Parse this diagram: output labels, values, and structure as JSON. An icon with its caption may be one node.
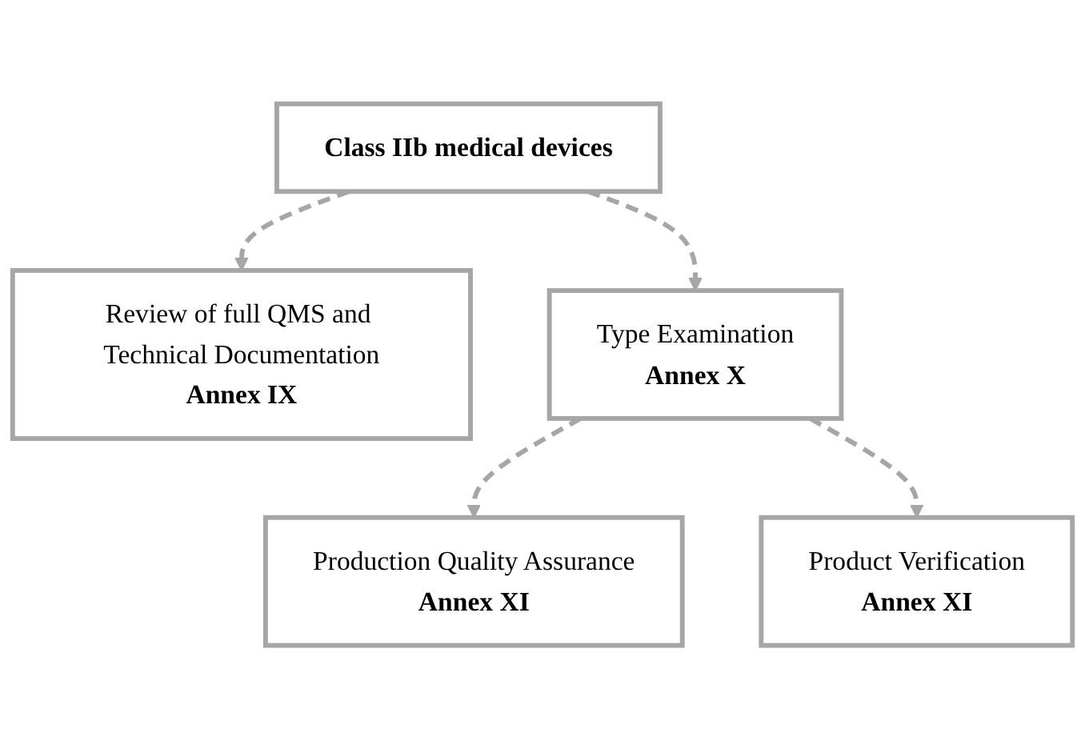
{
  "diagram": {
    "nodes": [
      {
        "text": [
          "Class IIb medical devices"
        ]
      },
      {
        "text": [
          "Review of full QMS and Technical Documentation",
          "Annex IX"
        ]
      },
      {
        "text": [
          "Type Examination",
          "Annex X"
        ]
      },
      {
        "text": [
          "Production Quality Assurance",
          "Annex XI"
        ]
      },
      {
        "text": [
          "Product Verification",
          "Annex XI"
        ]
      }
    ],
    "edges": [
      {
        "from": 0,
        "to": 1,
        "arrow": "to",
        "style": "dashed"
      },
      {
        "from": 0,
        "to": 2,
        "arrow": "to",
        "style": "dashed"
      },
      {
        "from": 2,
        "to": 3,
        "arrow": "to",
        "style": "dashed"
      },
      {
        "from": 2,
        "to": 4,
        "arrow": "to",
        "style": "dashed"
      }
    ]
  }
}
